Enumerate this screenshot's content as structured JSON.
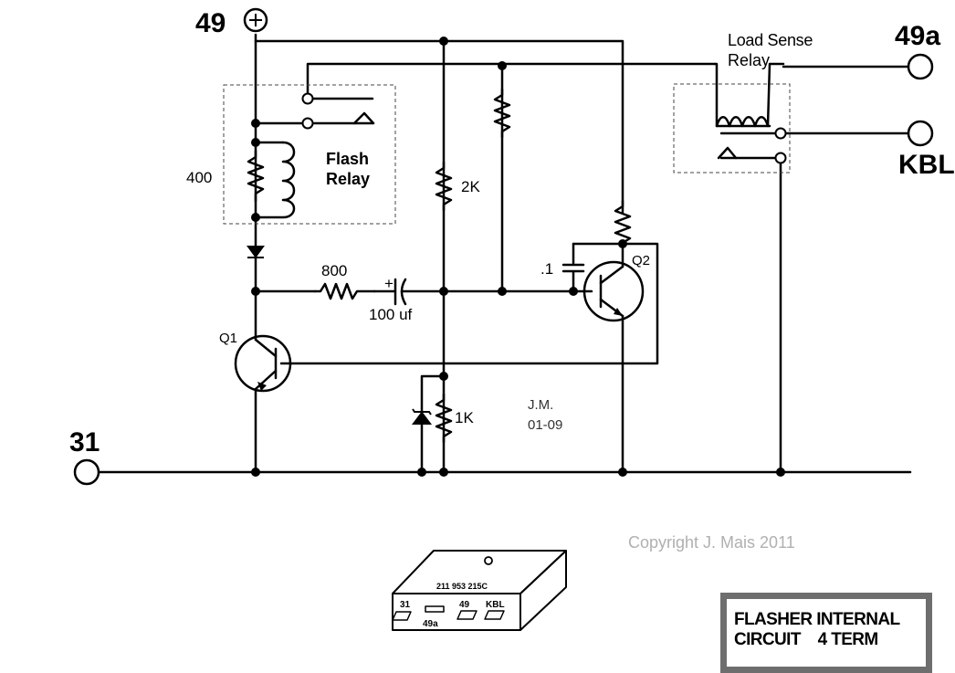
{
  "terminals": {
    "t49": "49",
    "t49a": "49a",
    "t31": "31",
    "kbl": "KBL",
    "plus_symbol": "+"
  },
  "flash_relay": {
    "line1": "Flash",
    "line2": "Relay",
    "coil_value": "400"
  },
  "load_sense_relay": {
    "line1": "Load Sense",
    "line2": "Relay"
  },
  "components": {
    "r_2k": "2K",
    "r_800": "800",
    "cap_100uf": "100 uf",
    "cap_plus": "+",
    "cap_01": ".1",
    "q1": "Q1",
    "q2": "Q2",
    "r_1k": "1K"
  },
  "author": {
    "initials": "J.M.",
    "date": "01-09"
  },
  "copyright": "Copyright J. Mais 2011",
  "module": {
    "part_number": "211 953 215C",
    "pin_31": "31",
    "pin_49a": "49a",
    "pin_49": "49",
    "pin_kbl": "KBL"
  },
  "title": {
    "line1": "FLASHER INTERNAL",
    "line2": "CIRCUIT    4 TERM"
  }
}
